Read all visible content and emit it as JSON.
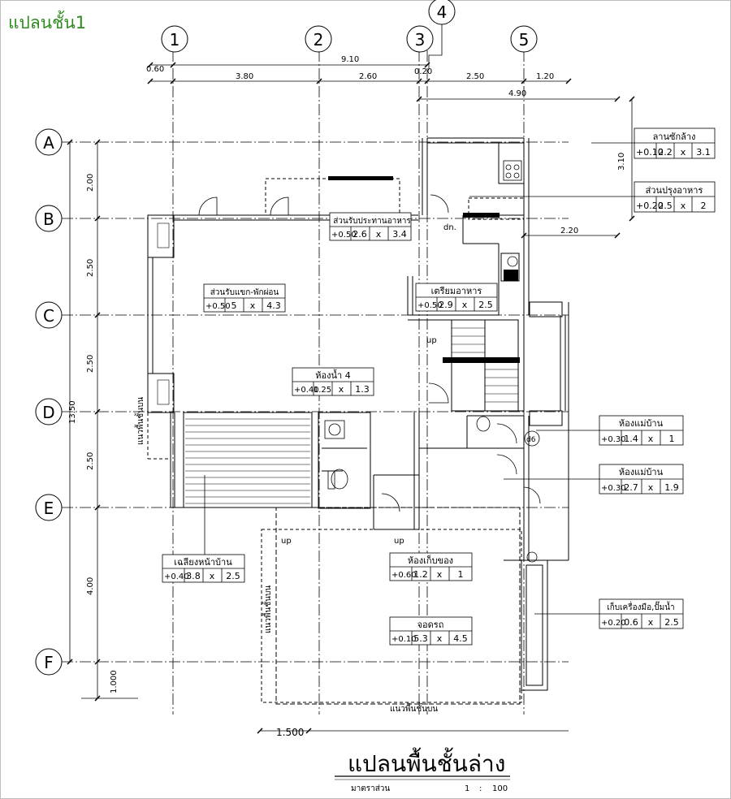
{
  "page_title": "แปลนชั้น1",
  "grid_cols": [
    {
      "id": "col-1",
      "label": "1"
    },
    {
      "id": "col-2",
      "label": "2"
    },
    {
      "id": "col-3",
      "label": "3"
    },
    {
      "id": "col-4",
      "label": "4"
    },
    {
      "id": "col-5",
      "label": "5"
    }
  ],
  "grid_rows": [
    {
      "id": "row-a",
      "label": "A"
    },
    {
      "id": "row-b",
      "label": "B"
    },
    {
      "id": "row-c",
      "label": "C"
    },
    {
      "id": "row-d",
      "label": "D"
    },
    {
      "id": "row-e",
      "label": "E"
    },
    {
      "id": "row-f",
      "label": "F"
    }
  ],
  "dims_top": {
    "overall": "9.10",
    "left_offset": "0.60",
    "d1": "3.80",
    "d2": "2.60",
    "d3": "0.20",
    "d4": "2.50",
    "d5": "1.20",
    "sub": "4.90",
    "kitchen": "2.20"
  },
  "dims_left": {
    "overall": "13.50",
    "ab": "2.00",
    "bc": "2.50",
    "cd": "2.50",
    "de": "2.50",
    "ef": "4.00",
    "ext": "1.000"
  },
  "dims_right": {
    "a_b": "3.10"
  },
  "dims_bottom": {
    "offset": "1.500"
  },
  "rooms": [
    {
      "id": "yard",
      "name": "ลานซักล้าง",
      "level": "+0.10",
      "w": "2.2",
      "x": "x",
      "d": "3.1"
    },
    {
      "id": "kitchen",
      "name": "ส่วนปรุงอาหาร",
      "level": "+0.20",
      "w": "2.5",
      "x": "x",
      "d": "2"
    },
    {
      "id": "dining",
      "name": "ส่วนรับประทานอาหาร",
      "level": "+0.50",
      "w": "2.6",
      "x": "x",
      "d": "3.4"
    },
    {
      "id": "living",
      "name": "ส่วนรับแขก-พักผ่อน",
      "level": "+0.50",
      "w": "5",
      "x": "x",
      "d": "4.3"
    },
    {
      "id": "prep",
      "name": "เตรียมอาหาร",
      "level": "+0.50",
      "w": "2.9",
      "x": "x",
      "d": "2.5"
    },
    {
      "id": "bath4",
      "name": "ห้องน้ำ 4",
      "level": "+0.40",
      "w": "1.25",
      "x": "x",
      "d": "1.3"
    },
    {
      "id": "maid1",
      "name": "ห้องแม่บ้าน",
      "level": "+0.30",
      "w": "1.4",
      "x": "x",
      "d": "1"
    },
    {
      "id": "maid2",
      "name": "ห้องแม่บ้าน",
      "level": "+0.30",
      "w": "2.7",
      "x": "x",
      "d": "1.9"
    },
    {
      "id": "porch",
      "name": "เฉลียงหน้าบ้าน",
      "level": "+0.40",
      "w": "3.8",
      "x": "x",
      "d": "2.5"
    },
    {
      "id": "store",
      "name": "ห้องเก็บของ",
      "level": "+0.60",
      "w": "1.2",
      "x": "x",
      "d": "1"
    },
    {
      "id": "tools",
      "name": "เก็บเครื่องมือ,ปั๊มน้ำ",
      "level": "+0.20",
      "w": "0.6",
      "x": "x",
      "d": "2.5"
    },
    {
      "id": "parking",
      "name": "จอดรถ",
      "level": "+0.10",
      "w": "5.3",
      "x": "x",
      "d": "4.5"
    }
  ],
  "notes": {
    "up1": "up",
    "up2": "up",
    "up3": "up",
    "dn": "dn.",
    "roof_line_1": "แนวพื้นชั้นบน",
    "roof_line_2": "แนวพื้นชั้นบน",
    "roof_line_3": "แนวพื้นชั้นบน",
    "d6": "d6"
  },
  "footer": {
    "title": "แปลนพื้นชั้นล่าง",
    "scale_label": "มาตราส่วน",
    "scale_a": "1",
    "scale_sep": ":",
    "scale_b": "100"
  }
}
